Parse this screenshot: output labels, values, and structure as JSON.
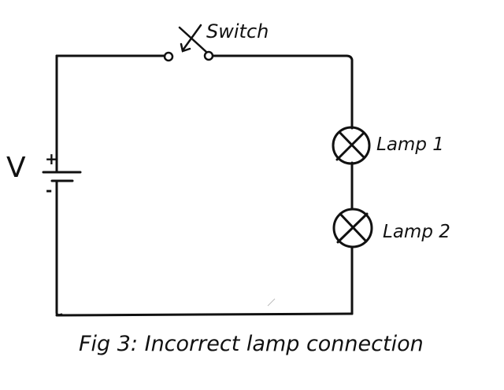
{
  "figure": {
    "caption": "Fig 3: Incorrect lamp connection",
    "ink_color": "#111111",
    "background": "#ffffff"
  },
  "components": {
    "source": {
      "label": "V",
      "positive": "+",
      "negative": "-"
    },
    "switch": {
      "label": "Switch",
      "state": "open"
    },
    "lamps": [
      {
        "label": "Lamp 1"
      },
      {
        "label": "Lamp 2"
      }
    ]
  }
}
